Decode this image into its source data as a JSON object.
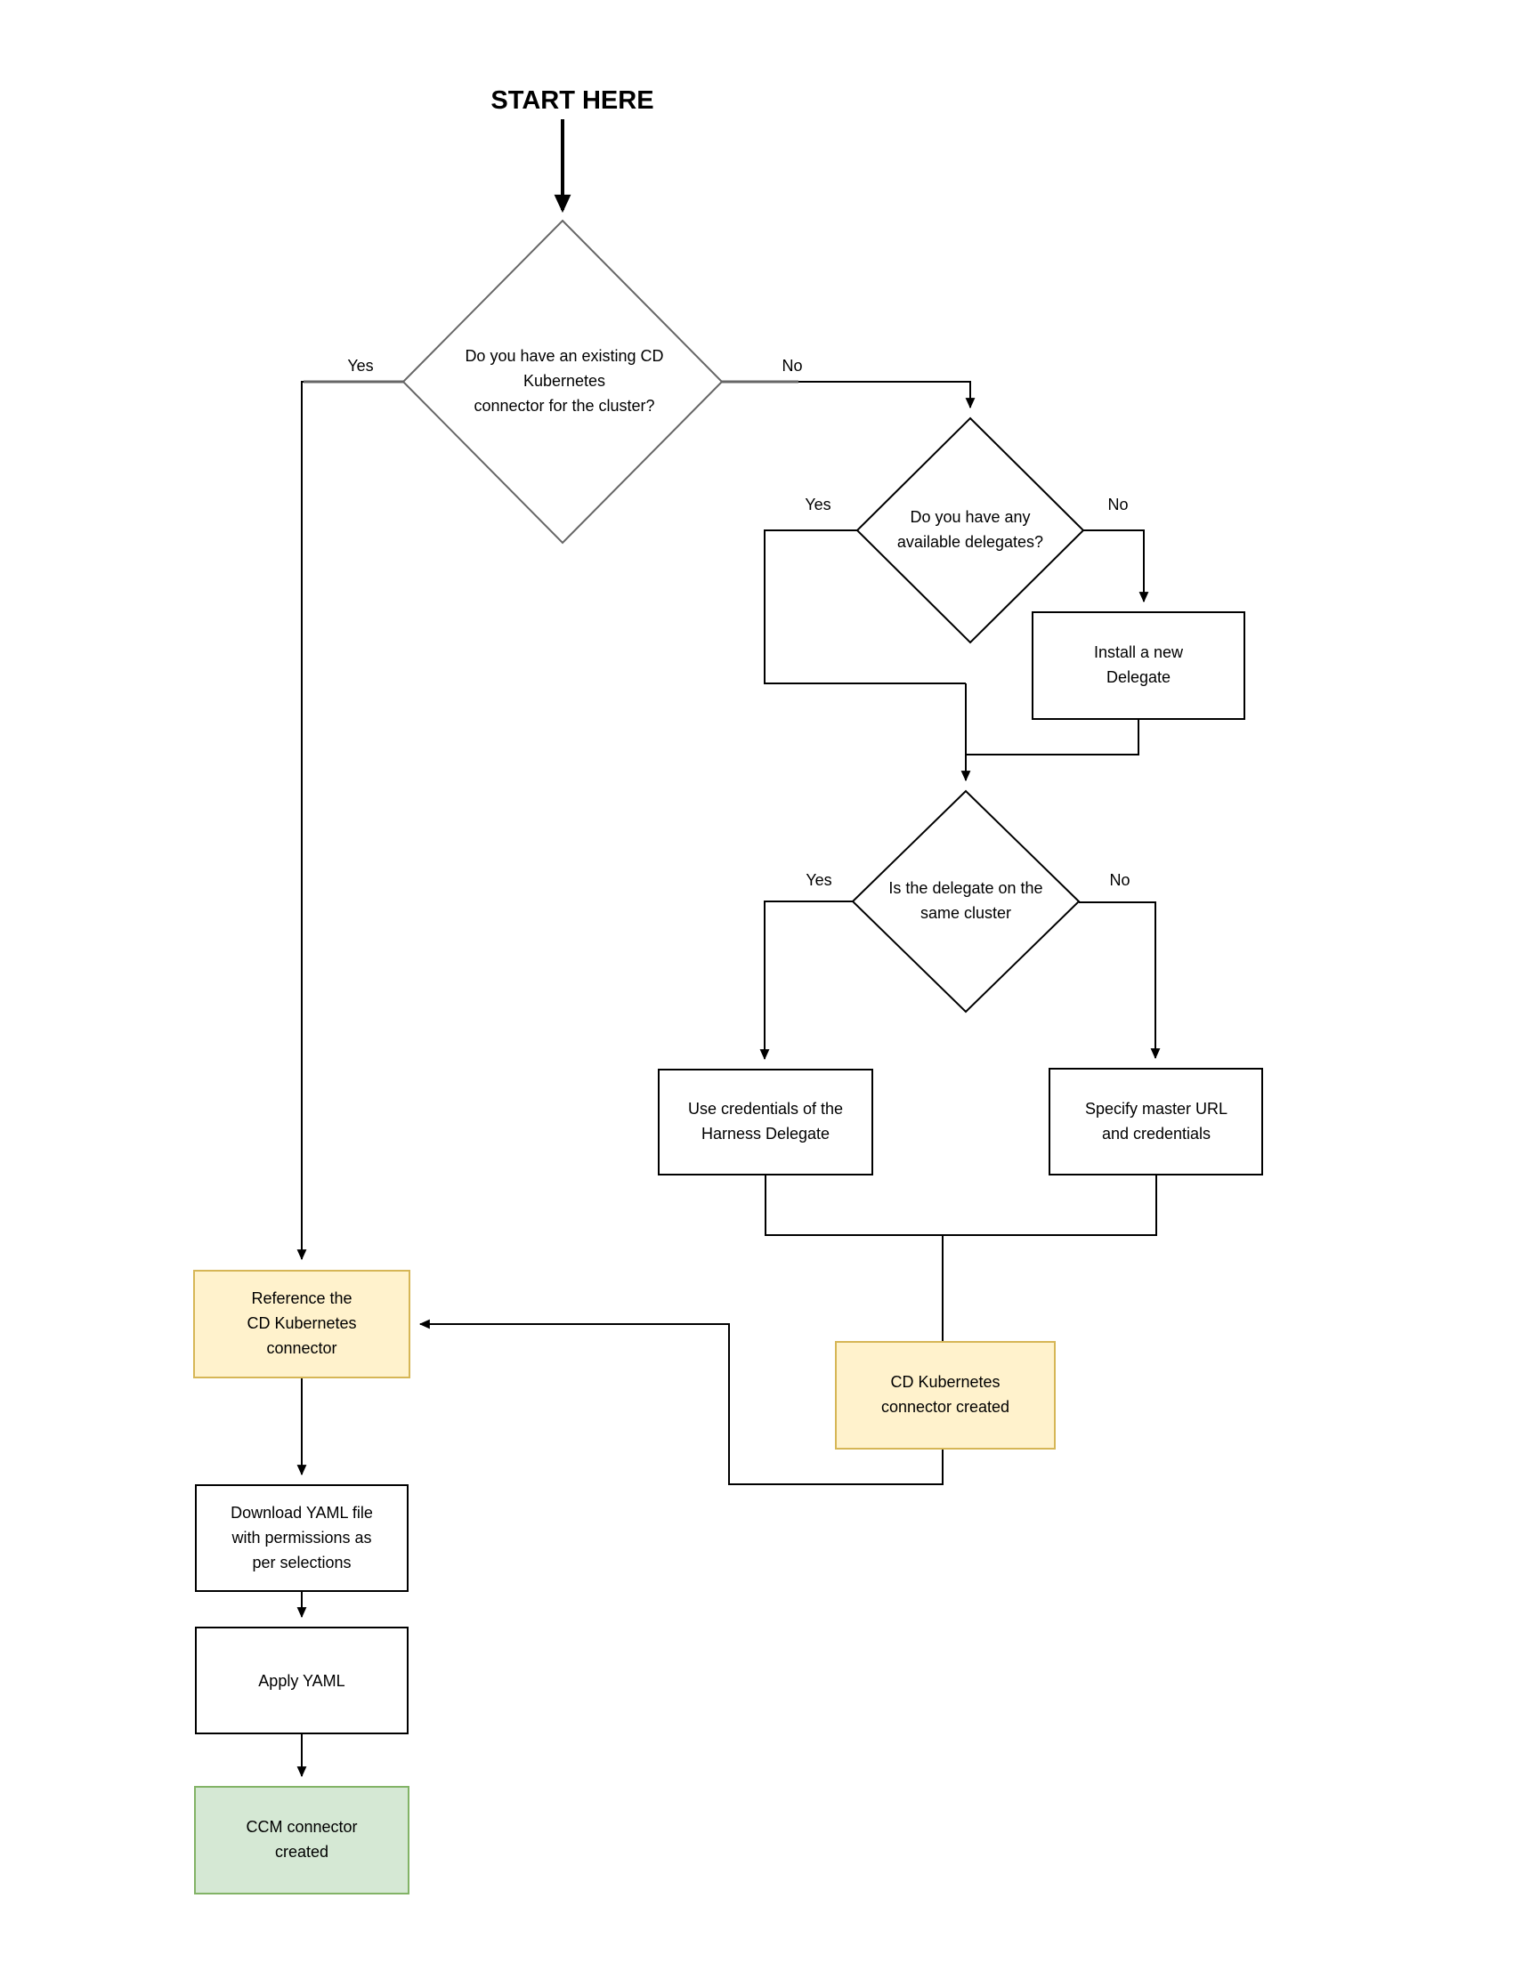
{
  "title": {
    "text": "START HERE"
  },
  "nodes": {
    "decision_existing_connector": {
      "type": "decision",
      "lines": [
        "Do you have an existing CD",
        "Kubernetes",
        "connector for the cluster?"
      ]
    },
    "decision_available_delegates": {
      "type": "decision",
      "lines": [
        "Do you have any",
        "available delegates?"
      ]
    },
    "install_new_delegate": {
      "type": "process",
      "lines": [
        "Install a new",
        "Delegate"
      ]
    },
    "decision_delegate_same_cluster": {
      "type": "decision",
      "lines": [
        "Is the delegate on the",
        "same cluster"
      ]
    },
    "use_delegate_credentials": {
      "type": "process",
      "lines": [
        "Use credentials of the",
        "Harness Delegate"
      ]
    },
    "specify_master_url": {
      "type": "process",
      "lines": [
        "Specify master URL",
        "and credentials"
      ]
    },
    "reference_cd_connector": {
      "type": "highlight",
      "lines": [
        "Reference the",
        "CD Kubernetes",
        "connector"
      ]
    },
    "cd_connector_created": {
      "type": "highlight",
      "lines": [
        "CD Kubernetes",
        "connector created"
      ]
    },
    "download_yaml": {
      "type": "process",
      "lines": [
        "Download YAML file",
        "with permissions as",
        "per selections"
      ]
    },
    "apply_yaml": {
      "type": "process",
      "lines": [
        "Apply YAML"
      ]
    },
    "ccm_connector_created": {
      "type": "success",
      "lines": [
        "CCM connector",
        "created"
      ]
    }
  },
  "edge_labels": {
    "d1_yes": "Yes",
    "d1_no": "No",
    "d2_yes": "Yes",
    "d2_no": "No",
    "d3_yes": "Yes",
    "d3_no": "No"
  },
  "colors": {
    "node_fill": "#ffffff",
    "node_stroke": "#000000",
    "decision_primary_stroke": "#666666",
    "highlight_fill": "#fff2cc",
    "highlight_stroke": "#d6b656",
    "success_fill": "#d5e8d4",
    "success_stroke": "#82b366",
    "line_color": "#000000"
  }
}
